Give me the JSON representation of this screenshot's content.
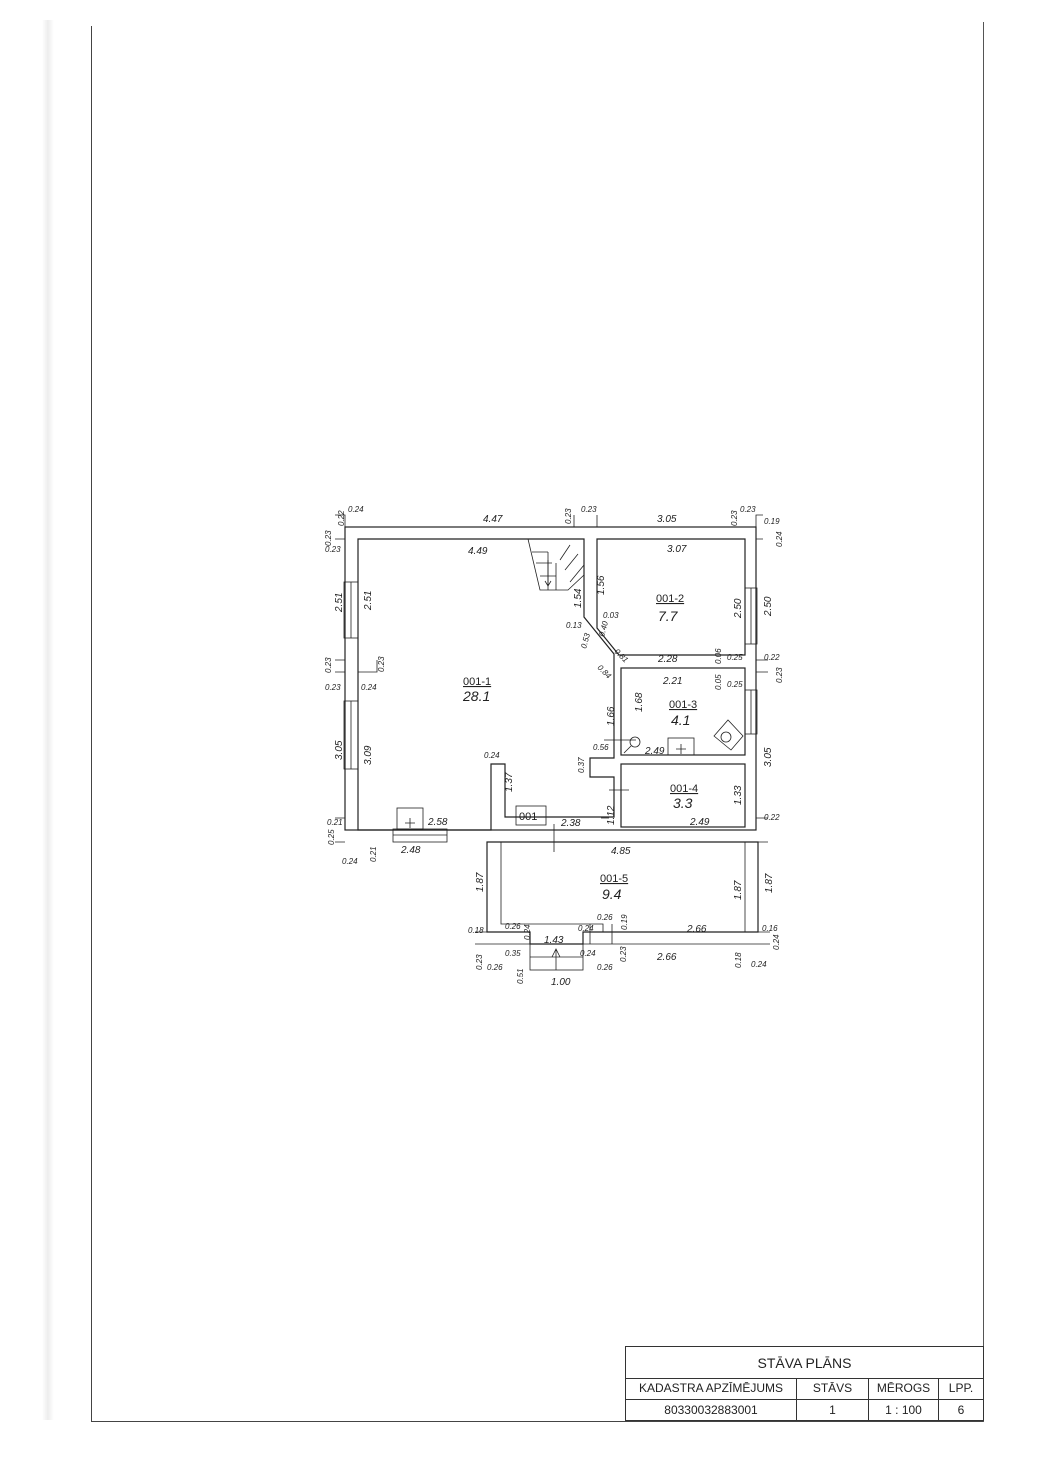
{
  "title_block": {
    "title": "STĀVA PLĀNS",
    "headers": [
      "KADASTRA APZĪMĒJUMS",
      "STĀVS",
      "MĒROGS",
      "LPP."
    ],
    "values": [
      "80330032883001",
      "1",
      "1 : 100",
      "6"
    ]
  },
  "plan": {
    "building_id": "001",
    "rooms": [
      {
        "id": "001-1",
        "area": "28.1"
      },
      {
        "id": "001-2",
        "area": "7.7"
      },
      {
        "id": "001-3",
        "area": "4.1"
      },
      {
        "id": "001-4",
        "area": "3.3"
      },
      {
        "id": "001-5",
        "area": "9.4"
      }
    ],
    "dimensions": {
      "top_left_outer": "4.47",
      "top_left_inner": "4.49",
      "top_right_outer": "3.05",
      "top_right_inner": "3.07",
      "left_window_outer": "2.51",
      "left_window_inner": "2.51",
      "left_lower_outer": "3.05",
      "left_lower_inner": "3.09",
      "right_window_inner": "2.50",
      "right_window_outer": "2.50",
      "right_lower_outer": "3.05",
      "stair_1": "1.54",
      "stair_2": "1.56",
      "d_228": "2.28",
      "d_221": "2.21",
      "d_166": "1.66",
      "d_168": "1.68",
      "d_249a": "2.49",
      "d_249b": "2.49",
      "d_133": "1.33",
      "d_112": "1.12",
      "d_137": "1.37",
      "d_258": "2.58",
      "d_248": "2.48",
      "d_238": "2.38",
      "d_485": "4.85",
      "d_187a": "1.87",
      "d_187b": "1.87",
      "d_187c": "1.87",
      "d_266a": "2.66",
      "d_266b": "2.66",
      "d_143": "1.43",
      "d_100": "1.00"
    },
    "small_dims": {
      "s_024a": "0.24",
      "s_022a": "0.22",
      "s_023a": "0.23",
      "s_023b": "0.23",
      "s_023c": "0.23",
      "s_023d": "0.23",
      "s_023e": "0.23",
      "s_019a": "0.19",
      "s_024b": "0.24",
      "s_023f": "0.23",
      "s_023g": "0.23",
      "s_024c": "0.24",
      "s_023h": "0.23",
      "s_003": "0.03",
      "s_013": "0.13",
      "s_040": "0.40",
      "s_053": "0.53",
      "s_081": "0.81",
      "s_084": "0.84",
      "s_006": "0.06",
      "s_025a": "0.25",
      "s_022b": "0.22",
      "s_023i": "0.23",
      "s_005": "0.05",
      "s_025b": "0.25",
      "s_024d": "0.24",
      "s_037": "0.37",
      "s_056": "0.56",
      "s_022c": "0.22",
      "s_021a": "0.21",
      "s_025c": "0.25",
      "s_024e": "0.24",
      "s_021b": "0.21",
      "s_018a": "0.18",
      "s_026a": "0.26",
      "s_024f": "0.24",
      "s_026b": "0.26",
      "s_019b": "0.19",
      "s_024g": "0.24",
      "s_016": "0.16",
      "s_024h": "0.24",
      "s_023j": "0.23",
      "s_026c": "0.26",
      "s_035": "0.35",
      "s_051": "0.51",
      "s_024i": "0.24",
      "s_026d": "0.26",
      "s_023k": "0.23",
      "s_018b": "0.18",
      "s_024j": "0.24",
      "s_023l": "0.23"
    }
  }
}
